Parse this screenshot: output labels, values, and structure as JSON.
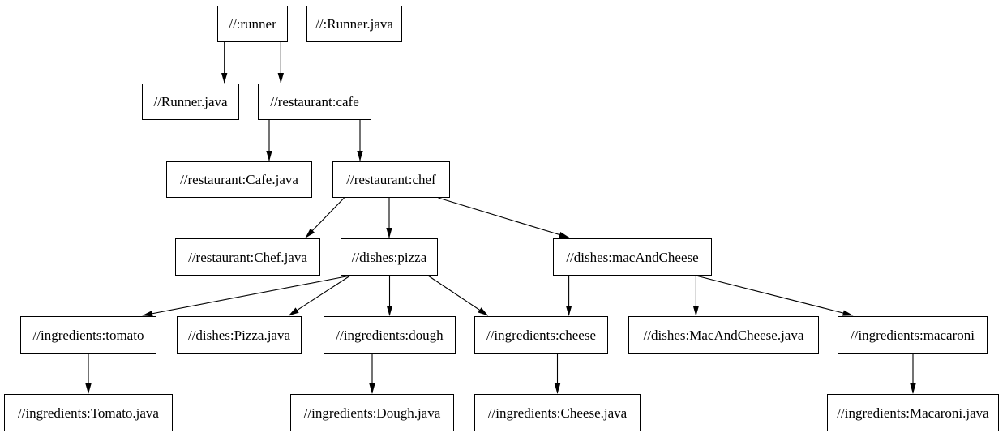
{
  "diagram": {
    "type": "dependency-graph",
    "background_color": "#ffffff",
    "node_fill_color": "#ffffff",
    "node_border_color": "#000000",
    "text_color": "#000000",
    "edge_color": "#000000",
    "nodes": [
      {
        "id": "runner",
        "label": "//:runner"
      },
      {
        "id": "root-runner-java",
        "label": "//:Runner.java"
      },
      {
        "id": "runner-java",
        "label": "//Runner.java"
      },
      {
        "id": "cafe",
        "label": "//restaurant:cafe"
      },
      {
        "id": "cafe-java",
        "label": "//restaurant:Cafe.java"
      },
      {
        "id": "chef",
        "label": "//restaurant:chef"
      },
      {
        "id": "chef-java",
        "label": "//restaurant:Chef.java"
      },
      {
        "id": "pizza",
        "label": "//dishes:pizza"
      },
      {
        "id": "mac-and-cheese",
        "label": "//dishes:macAndCheese"
      },
      {
        "id": "tomato",
        "label": "//ingredients:tomato"
      },
      {
        "id": "pizza-java",
        "label": "//dishes:Pizza.java"
      },
      {
        "id": "dough",
        "label": "//ingredients:dough"
      },
      {
        "id": "cheese",
        "label": "//ingredients:cheese"
      },
      {
        "id": "mac-and-cheese-java",
        "label": "//dishes:MacAndCheese.java"
      },
      {
        "id": "macaroni",
        "label": "//ingredients:macaroni"
      },
      {
        "id": "tomato-java",
        "label": "//ingredients:Tomato.java"
      },
      {
        "id": "dough-java",
        "label": "//ingredients:Dough.java"
      },
      {
        "id": "cheese-java",
        "label": "//ingredients:Cheese.java"
      },
      {
        "id": "macaroni-java",
        "label": "//ingredients:Macaroni.java"
      }
    ],
    "edges": [
      {
        "from": "runner",
        "to": "runner-java"
      },
      {
        "from": "runner",
        "to": "cafe"
      },
      {
        "from": "cafe",
        "to": "cafe-java"
      },
      {
        "from": "cafe",
        "to": "chef"
      },
      {
        "from": "chef",
        "to": "chef-java"
      },
      {
        "from": "chef",
        "to": "pizza"
      },
      {
        "from": "chef",
        "to": "mac-and-cheese"
      },
      {
        "from": "pizza",
        "to": "tomato"
      },
      {
        "from": "pizza",
        "to": "pizza-java"
      },
      {
        "from": "pizza",
        "to": "dough"
      },
      {
        "from": "pizza",
        "to": "cheese"
      },
      {
        "from": "mac-and-cheese",
        "to": "cheese"
      },
      {
        "from": "mac-and-cheese",
        "to": "mac-and-cheese-java"
      },
      {
        "from": "mac-and-cheese",
        "to": "macaroni"
      },
      {
        "from": "tomato",
        "to": "tomato-java"
      },
      {
        "from": "dough",
        "to": "dough-java"
      },
      {
        "from": "cheese",
        "to": "cheese-java"
      },
      {
        "from": "macaroni",
        "to": "macaroni-java"
      }
    ]
  }
}
